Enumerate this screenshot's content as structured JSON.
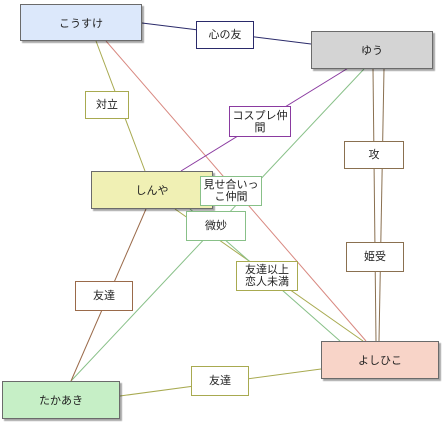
{
  "nodes": {
    "kousuke": {
      "name": "こうすけ",
      "color": "#dce8fb"
    },
    "yuu": {
      "name": "ゆう",
      "color": "#d4d4d4"
    },
    "shinya": {
      "name": "しんや",
      "color": "#f0f0b4"
    },
    "takaaki": {
      "name": "たかあき",
      "color": "#c6efc6"
    },
    "yoshihiko": {
      "name": "よしひこ",
      "color": "#f8d4c8"
    }
  },
  "relations": [
    {
      "from": "kousuke",
      "to": "yuu",
      "label": "心の友",
      "color": "#2a2a6a"
    },
    {
      "from": "kousuke",
      "to": "shinya",
      "label": "対立",
      "color": "#a8aa50"
    },
    {
      "from": "kousuke",
      "to": "yoshihiko",
      "label": "",
      "color": "#d88880"
    },
    {
      "from": "yuu",
      "to": "shinya",
      "label": "コスプレ仲\n間",
      "color": "#8a3aa0"
    },
    {
      "from": "yuu",
      "to": "takaaki",
      "label": "見せ合いっ\nこ仲間",
      "color": "#88c088"
    },
    {
      "from": "yuu",
      "to": "yoshihiko",
      "label": "攻",
      "color": "#8a7050"
    },
    {
      "from": "yoshihiko",
      "to": "yuu",
      "label": "姫受",
      "color": "#8a7050"
    },
    {
      "from": "shinya",
      "to": "takaaki",
      "label": "友達",
      "color": "#9a6a4a"
    },
    {
      "from": "shinya",
      "to": "yoshihiko",
      "label": "友達以上\n恋人未満",
      "color": "#a8aa50"
    },
    {
      "from": "takaaki",
      "to": "yoshihiko",
      "label": "友達",
      "color": "#a8aa50"
    },
    {
      "from": "yoshihiko",
      "to": "shinya",
      "label": "微妙",
      "color": "#88c088"
    }
  ]
}
